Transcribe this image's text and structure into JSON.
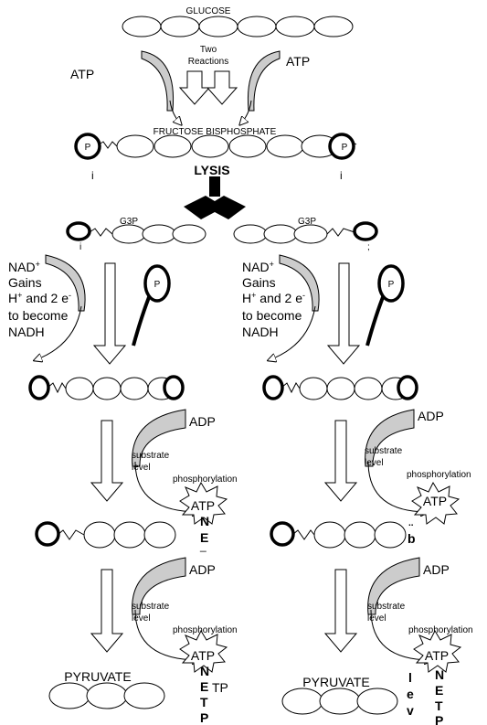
{
  "top": {
    "glucose": "GLUCOSE",
    "two_reactions_1": "Two",
    "two_reactions_2": "Reactions",
    "atp_left": "ATP",
    "atp_right": "ATP",
    "fructose": "FRUCTOSE BISPHOSPHATE",
    "p_left": "P",
    "p_right": "P",
    "i_left": "i",
    "i_right": "i",
    "lysis": "LYSIS"
  },
  "branches": [
    {
      "g3p": "G3P",
      "g3p_mark": "i",
      "nad_lines": [
        "NAD",
        "Gains",
        "H",
        "to become",
        "NADH"
      ],
      "nad_sup": "+",
      "h_rest": " and 2 e",
      "e_sup": "-",
      "p_label": "P",
      "adp1": "ADP",
      "substrate1": "substrate",
      "level1": "level",
      "phos1": "phosphorylation",
      "atp1": "ATP",
      "adp2": "ADP",
      "substrate2": "substrate",
      "level2": "level",
      "phos2": "phosphorylation",
      "atp2": "ATP",
      "pyruvate": "PYRUVATE"
    },
    {
      "g3p": "G3P",
      "g3p_mark": ";",
      "nad_lines": [
        "NAD",
        "Gains",
        "H",
        "to become",
        "NADH"
      ],
      "nad_sup": "+",
      "h_rest": " and 2 e",
      "e_sup": "-",
      "p_label": "P",
      "adp1": "ADP",
      "substrate1": "substrate",
      "level1": "level",
      "phos1": "phosphorylation",
      "atp1": "ATP",
      "adp2": "ADP",
      "substrate2": "substrate",
      "level2": "level",
      "phos2": "phosphorylation",
      "atp2": "ATP",
      "pyruvate": "PYRUVATE"
    }
  ],
  "glitch": {
    "left_mid": [
      "N",
      "E",
      "_"
    ],
    "right_mid": [
      "..",
      "b"
    ],
    "left_bottom": [
      "N",
      "E",
      "T",
      "P"
    ],
    "left_bottom_extra": "TP",
    "right_bottom_col1": [
      "l",
      "e",
      "v"
    ],
    "right_bottom_col2": [
      "N",
      "E",
      "T",
      "P"
    ]
  }
}
